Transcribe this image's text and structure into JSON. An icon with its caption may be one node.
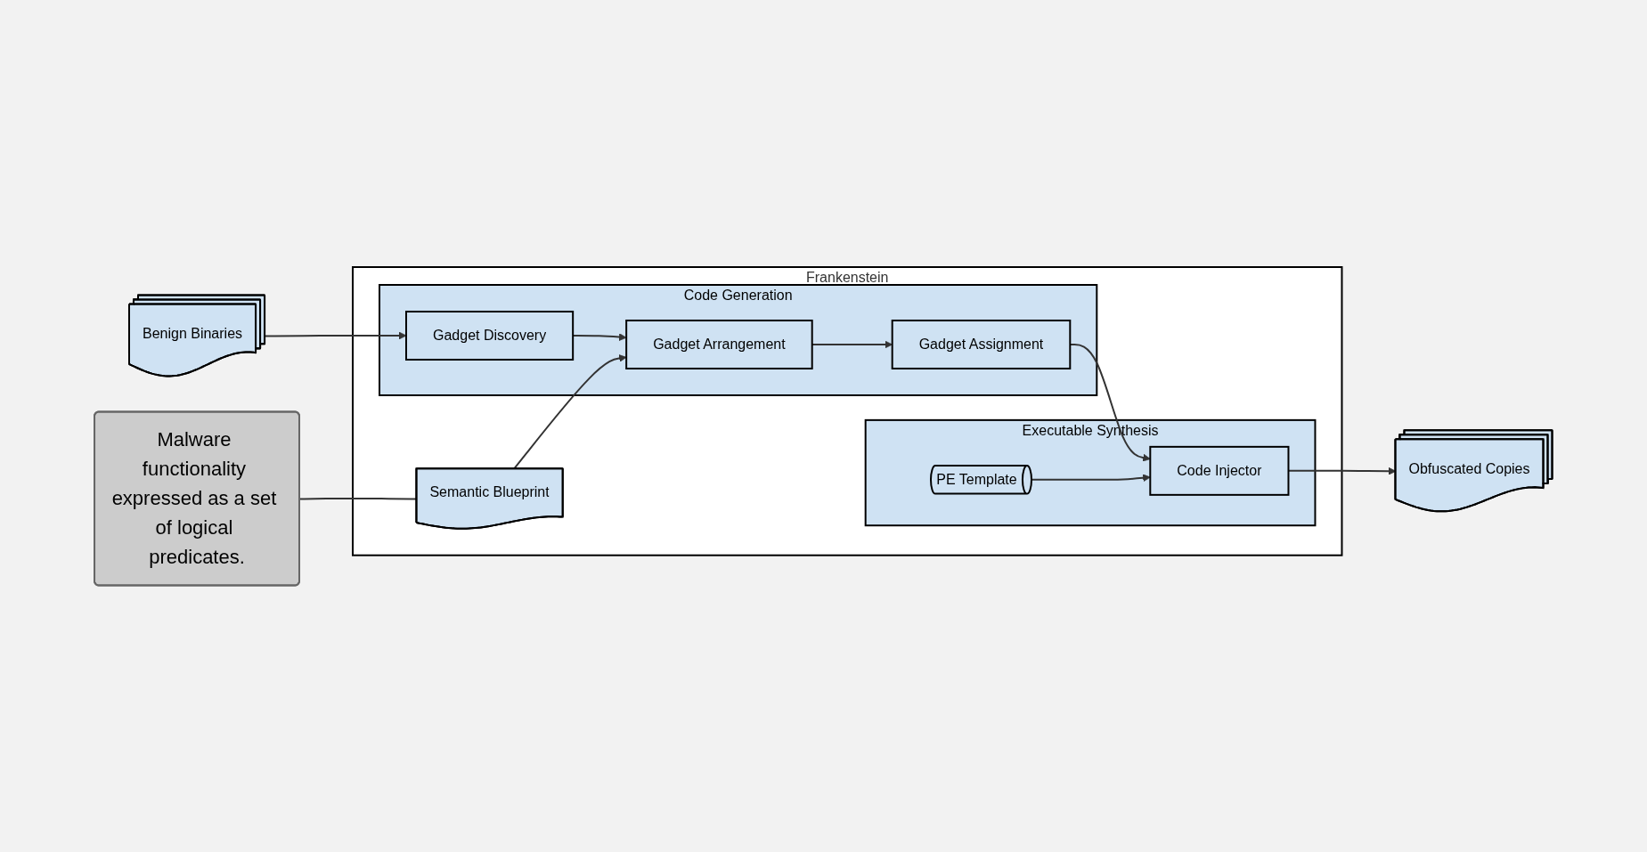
{
  "diagram": {
    "nodes": [
      {
        "text": [
          "Frankenstein"
        ]
      },
      {
        "text": [
          "Code Generation"
        ],
        "in": 0
      },
      {
        "text": [
          "Gadget Discovery"
        ],
        "in": 1
      },
      {
        "text": [
          "Gadget Arrangement"
        ],
        "in": 1
      },
      {
        "text": [
          "Gadget Assignment"
        ],
        "in": 1
      },
      {
        "text": [
          "Semantic Blueprint"
        ],
        "in": 0
      },
      {
        "text": [
          "Executable Synthesis"
        ],
        "in": 0
      },
      {
        "text": [
          "PE Template"
        ],
        "in": 6
      },
      {
        "text": [
          "Code Injector"
        ],
        "in": 6
      },
      {
        "text": [
          "Benign Binaries"
        ]
      },
      {
        "text": [
          "Obfuscated Copies"
        ]
      },
      {
        "text": [
          "Malware functionality expressed as a set of logical predicates."
        ]
      }
    ],
    "edges": [
      {
        "from": 9,
        "to": 2,
        "arrow": "to"
      },
      {
        "from": 2,
        "to": 3,
        "arrow": "to"
      },
      {
        "from": 5,
        "to": 3,
        "arrow": "to"
      },
      {
        "from": 3,
        "to": 4,
        "arrow": "to"
      },
      {
        "from": 4,
        "to": 8,
        "arrow": "to"
      },
      {
        "from": 7,
        "to": 8,
        "arrow": "to"
      },
      {
        "from": 8,
        "to": 10,
        "arrow": "to"
      },
      {
        "from": 11,
        "to": 5,
        "arrow": "none"
      }
    ]
  }
}
